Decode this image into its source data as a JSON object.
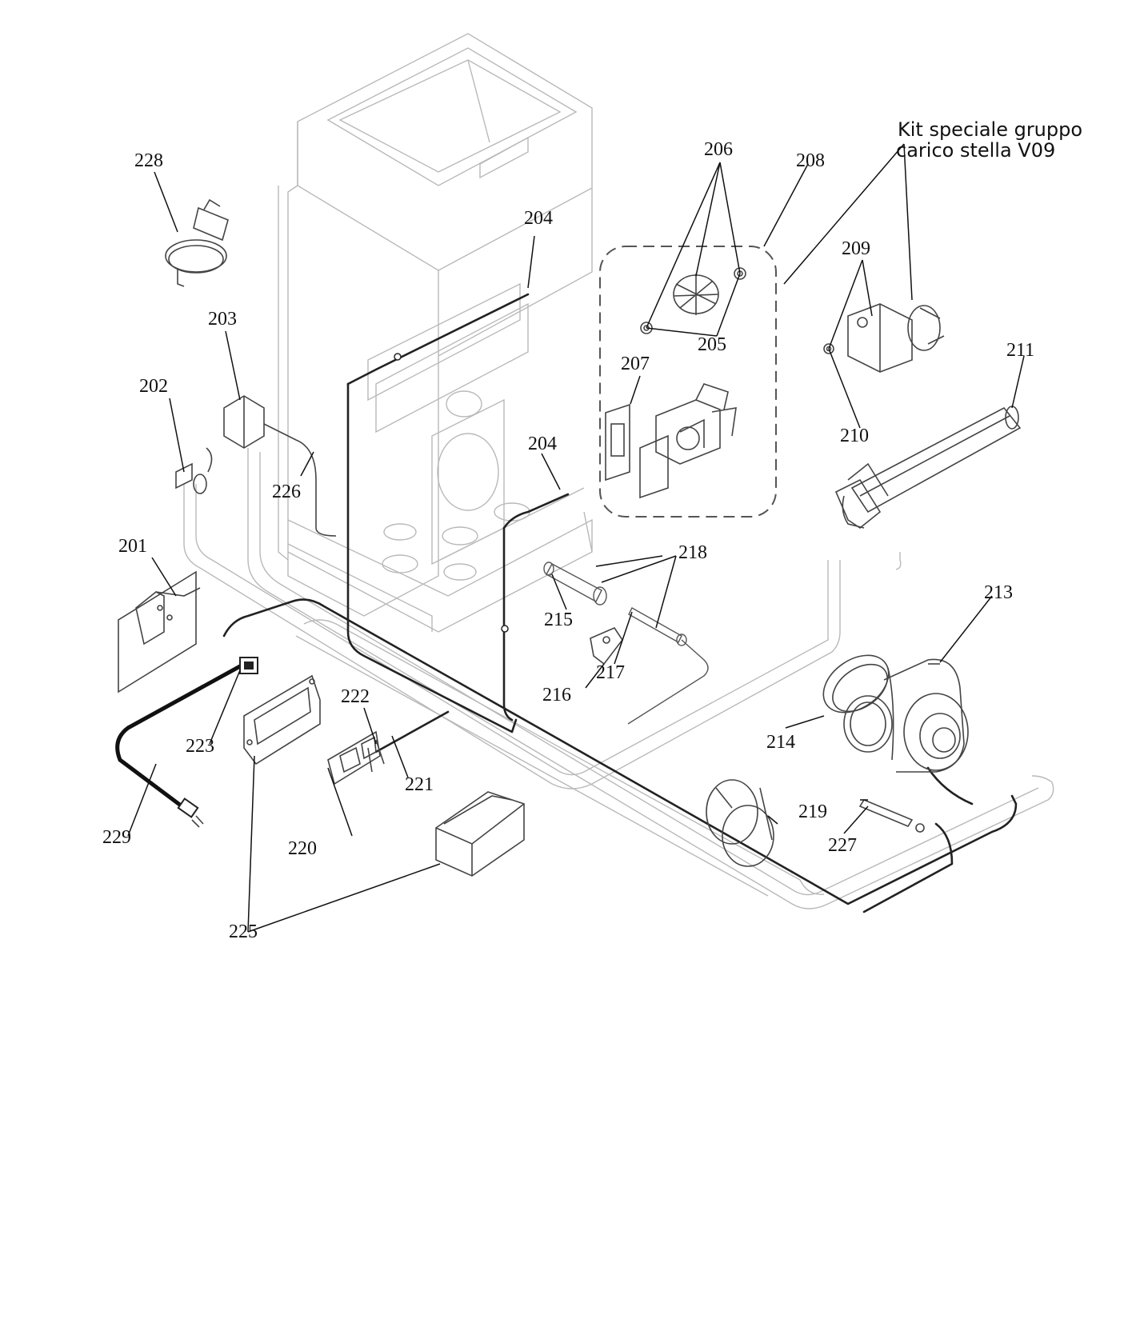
{
  "kit_note": {
    "line1": "Kit speciale gruppo",
    "line2": "carico stella V09"
  },
  "labels": {
    "p201": "201",
    "p202": "202",
    "p203": "203",
    "p204a": "204",
    "p204b": "204",
    "p205": "205",
    "p206": "206",
    "p207": "207",
    "p208": "208",
    "p209": "209",
    "p210": "210",
    "p211": "211",
    "p213": "213",
    "p214": "214",
    "p215": "215",
    "p216": "216",
    "p217": "217",
    "p218": "218",
    "p219": "219",
    "p220": "220",
    "p221": "221",
    "p222": "222",
    "p223": "223",
    "p225": "225",
    "p226": "226",
    "p227": "227",
    "p228": "228",
    "p229": "229"
  }
}
